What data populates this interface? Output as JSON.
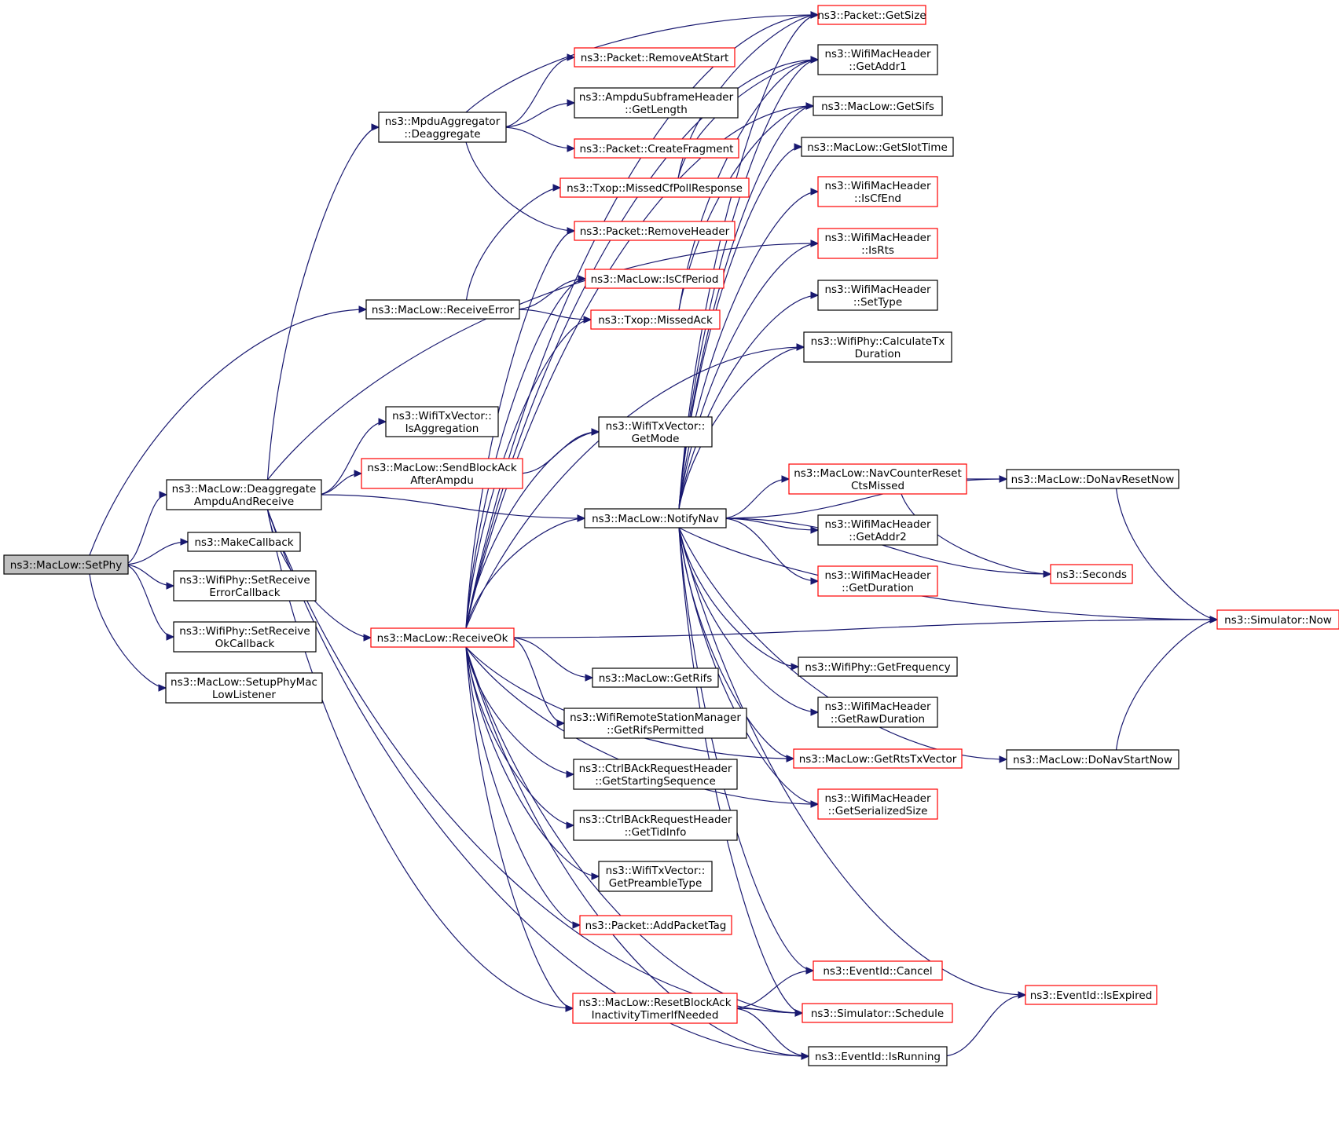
{
  "graph": {
    "title": "",
    "colors": {
      "edge": "#191970",
      "border_normal": "#000000",
      "border_link": "#ff0000",
      "root_fill": "#bfbfbf",
      "fill": "#ffffff"
    },
    "nodes": [
      {
        "id": "setphy",
        "lines": [
          "ns3::MacLow::SetPhy"
        ],
        "style": "root"
      },
      {
        "id": "deagg_recv",
        "lines": [
          "ns3::MacLow::Deaggregate",
          "AmpduAndReceive"
        ],
        "style": "normal"
      },
      {
        "id": "makecb",
        "lines": [
          "ns3::MakeCallback"
        ],
        "style": "normal"
      },
      {
        "id": "setrecverr",
        "lines": [
          "ns3::WifiPhy::SetReceive",
          "ErrorCallback"
        ],
        "style": "normal"
      },
      {
        "id": "setrecvok",
        "lines": [
          "ns3::WifiPhy::SetReceive",
          "OkCallback"
        ],
        "style": "normal"
      },
      {
        "id": "setupphy",
        "lines": [
          "ns3::MacLow::SetupPhyMac",
          "LowListener"
        ],
        "style": "normal"
      },
      {
        "id": "mpdu_deagg",
        "lines": [
          "ns3::MpduAggregator",
          "::Deaggregate"
        ],
        "style": "normal"
      },
      {
        "id": "recverror",
        "lines": [
          "ns3::MacLow::ReceiveError"
        ],
        "style": "normal"
      },
      {
        "id": "isagg",
        "lines": [
          "ns3::WifiTxVector::",
          "IsAggregation"
        ],
        "style": "normal"
      },
      {
        "id": "sendblockack",
        "lines": [
          "ns3::MacLow::SendBlockAck",
          "AfterAmpdu"
        ],
        "style": "link"
      },
      {
        "id": "receiveok",
        "lines": [
          "ns3::MacLow::ReceiveOk"
        ],
        "style": "link"
      },
      {
        "id": "removeatstart",
        "lines": [
          "ns3::Packet::RemoveAtStart"
        ],
        "style": "link"
      },
      {
        "id": "getlength",
        "lines": [
          "ns3::AmpduSubframeHeader",
          "::GetLength"
        ],
        "style": "normal"
      },
      {
        "id": "createfrag",
        "lines": [
          "ns3::Packet::CreateFragment"
        ],
        "style": "link"
      },
      {
        "id": "missedcf",
        "lines": [
          "ns3::Txop::MissedCfPollResponse"
        ],
        "style": "link"
      },
      {
        "id": "removeheader",
        "lines": [
          "ns3::Packet::RemoveHeader"
        ],
        "style": "link"
      },
      {
        "id": "iscfperiod",
        "lines": [
          "ns3::MacLow::IsCfPeriod"
        ],
        "style": "link"
      },
      {
        "id": "missedack",
        "lines": [
          "ns3::Txop::MissedAck"
        ],
        "style": "link"
      },
      {
        "id": "getmode",
        "lines": [
          "ns3::WifiTxVector::",
          "GetMode"
        ],
        "style": "normal"
      },
      {
        "id": "notifynav",
        "lines": [
          "ns3::MacLow::NotifyNav"
        ],
        "style": "normal"
      },
      {
        "id": "getrifs",
        "lines": [
          "ns3::MacLow::GetRifs"
        ],
        "style": "normal"
      },
      {
        "id": "rifsperm",
        "lines": [
          "ns3::WifiRemoteStationManager",
          "::GetRifsPermitted"
        ],
        "style": "normal"
      },
      {
        "id": "getstartseq",
        "lines": [
          "ns3::CtrlBAckRequestHeader",
          "::GetStartingSequence"
        ],
        "style": "normal"
      },
      {
        "id": "gettidinfo",
        "lines": [
          "ns3::CtrlBAckRequestHeader",
          "::GetTidInfo"
        ],
        "style": "normal"
      },
      {
        "id": "getpreamble",
        "lines": [
          "ns3::WifiTxVector::",
          "GetPreambleType"
        ],
        "style": "normal"
      },
      {
        "id": "addpackettag",
        "lines": [
          "ns3::Packet::AddPacketTag"
        ],
        "style": "link"
      },
      {
        "id": "resetblockack",
        "lines": [
          "ns3::MacLow::ResetBlockAck",
          "InactivityTimerIfNeeded"
        ],
        "style": "link"
      },
      {
        "id": "getsize",
        "lines": [
          "ns3::Packet::GetSize"
        ],
        "style": "link"
      },
      {
        "id": "getaddr1",
        "lines": [
          "ns3::WifiMacHeader",
          "::GetAddr1"
        ],
        "style": "normal"
      },
      {
        "id": "getsifs",
        "lines": [
          "ns3::MacLow::GetSifs"
        ],
        "style": "normal"
      },
      {
        "id": "getslottime",
        "lines": [
          "ns3::MacLow::GetSlotTime"
        ],
        "style": "normal"
      },
      {
        "id": "iscfend",
        "lines": [
          "ns3::WifiMacHeader",
          "::IsCfEnd"
        ],
        "style": "link"
      },
      {
        "id": "isrts",
        "lines": [
          "ns3::WifiMacHeader",
          "::IsRts"
        ],
        "style": "link"
      },
      {
        "id": "settype",
        "lines": [
          "ns3::WifiMacHeader",
          "::SetType"
        ],
        "style": "normal"
      },
      {
        "id": "calctx",
        "lines": [
          "ns3::WifiPhy::CalculateTx",
          "Duration"
        ],
        "style": "normal"
      },
      {
        "id": "navreset",
        "lines": [
          "ns3::MacLow::NavCounterReset",
          "CtsMissed"
        ],
        "style": "link"
      },
      {
        "id": "getaddr2",
        "lines": [
          "ns3::WifiMacHeader",
          "::GetAddr2"
        ],
        "style": "normal"
      },
      {
        "id": "getduration",
        "lines": [
          "ns3::WifiMacHeader",
          "::GetDuration"
        ],
        "style": "link"
      },
      {
        "id": "getfreq",
        "lines": [
          "ns3::WifiPhy::GetFrequency"
        ],
        "style": "normal"
      },
      {
        "id": "getrawdur",
        "lines": [
          "ns3::WifiMacHeader",
          "::GetRawDuration"
        ],
        "style": "normal"
      },
      {
        "id": "getrtstx",
        "lines": [
          "ns3::MacLow::GetRtsTxVector"
        ],
        "style": "link"
      },
      {
        "id": "getserial",
        "lines": [
          "ns3::WifiMacHeader",
          "::GetSerializedSize"
        ],
        "style": "link"
      },
      {
        "id": "cancel",
        "lines": [
          "ns3::EventId::Cancel"
        ],
        "style": "link"
      },
      {
        "id": "schedule",
        "lines": [
          "ns3::Simulator::Schedule"
        ],
        "style": "link"
      },
      {
        "id": "isrunning",
        "lines": [
          "ns3::EventId::IsRunning"
        ],
        "style": "normal"
      },
      {
        "id": "donavreset",
        "lines": [
          "ns3::MacLow::DoNavResetNow"
        ],
        "style": "normal"
      },
      {
        "id": "seconds",
        "lines": [
          "ns3::Seconds"
        ],
        "style": "link"
      },
      {
        "id": "donavstart",
        "lines": [
          "ns3::MacLow::DoNavStartNow"
        ],
        "style": "normal"
      },
      {
        "id": "isexpired",
        "lines": [
          "ns3::EventId::IsExpired"
        ],
        "style": "link"
      },
      {
        "id": "simnow",
        "lines": [
          "ns3::Simulator::Now"
        ],
        "style": "link"
      }
    ],
    "edges": [
      [
        "setphy",
        "deagg_recv"
      ],
      [
        "setphy",
        "makecb"
      ],
      [
        "setphy",
        "setrecverr"
      ],
      [
        "setphy",
        "setrecvok"
      ],
      [
        "setphy",
        "setupphy"
      ],
      [
        "setphy",
        "recverror"
      ],
      [
        "deagg_recv",
        "mpdu_deagg"
      ],
      [
        "deagg_recv",
        "isagg"
      ],
      [
        "deagg_recv",
        "sendblockack"
      ],
      [
        "deagg_recv",
        "notifynav"
      ],
      [
        "deagg_recv",
        "receiveok"
      ],
      [
        "deagg_recv",
        "resetblockack"
      ],
      [
        "deagg_recv",
        "schedule"
      ],
      [
        "deagg_recv",
        "isrunning"
      ],
      [
        "deagg_recv",
        "isrts"
      ],
      [
        "mpdu_deagg",
        "getsize"
      ],
      [
        "mpdu_deagg",
        "removeatstart"
      ],
      [
        "mpdu_deagg",
        "getlength"
      ],
      [
        "mpdu_deagg",
        "createfrag"
      ],
      [
        "mpdu_deagg",
        "removeheader"
      ],
      [
        "recverror",
        "missedcf"
      ],
      [
        "recverror",
        "iscfperiod"
      ],
      [
        "recverror",
        "missedack"
      ],
      [
        "sendblockack",
        "getmode"
      ],
      [
        "missedcf",
        "getsize"
      ],
      [
        "missedcf",
        "getaddr1"
      ],
      [
        "missedack",
        "getaddr1"
      ],
      [
        "missedack",
        "getsifs"
      ],
      [
        "receiveok",
        "removeheader"
      ],
      [
        "receiveok",
        "iscfperiod"
      ],
      [
        "receiveok",
        "missedack"
      ],
      [
        "receiveok",
        "getmode"
      ],
      [
        "receiveok",
        "notifynav"
      ],
      [
        "receiveok",
        "getrifs"
      ],
      [
        "receiveok",
        "rifsperm"
      ],
      [
        "receiveok",
        "getstartseq"
      ],
      [
        "receiveok",
        "gettidinfo"
      ],
      [
        "receiveok",
        "getpreamble"
      ],
      [
        "receiveok",
        "addpackettag"
      ],
      [
        "receiveok",
        "resetblockack"
      ],
      [
        "receiveok",
        "schedule"
      ],
      [
        "receiveok",
        "isrunning"
      ],
      [
        "receiveok",
        "getsize"
      ],
      [
        "receiveok",
        "getaddr1"
      ],
      [
        "receiveok",
        "getsifs"
      ],
      [
        "receiveok",
        "getrtstx"
      ],
      [
        "receiveok",
        "getserial"
      ],
      [
        "receiveok",
        "calctx"
      ],
      [
        "receiveok",
        "simnow"
      ],
      [
        "notifynav",
        "getsize"
      ],
      [
        "notifynav",
        "getaddr1"
      ],
      [
        "notifynav",
        "getsifs"
      ],
      [
        "notifynav",
        "getslottime"
      ],
      [
        "notifynav",
        "iscfend"
      ],
      [
        "notifynav",
        "isrts"
      ],
      [
        "notifynav",
        "settype"
      ],
      [
        "notifynav",
        "calctx"
      ],
      [
        "notifynav",
        "navreset"
      ],
      [
        "notifynav",
        "getaddr2"
      ],
      [
        "notifynav",
        "getduration"
      ],
      [
        "notifynav",
        "getfreq"
      ],
      [
        "notifynav",
        "getrawdur"
      ],
      [
        "notifynav",
        "getrtstx"
      ],
      [
        "notifynav",
        "getserial"
      ],
      [
        "notifynav",
        "cancel"
      ],
      [
        "notifynav",
        "schedule"
      ],
      [
        "notifynav",
        "isexpired"
      ],
      [
        "notifynav",
        "donavreset"
      ],
      [
        "notifynav",
        "seconds"
      ],
      [
        "notifynav",
        "simnow"
      ],
      [
        "notifynav",
        "donavstart"
      ],
      [
        "navreset",
        "donavreset"
      ],
      [
        "navreset",
        "seconds"
      ],
      [
        "donavreset",
        "simnow"
      ],
      [
        "donavstart",
        "simnow"
      ],
      [
        "resetblockack",
        "cancel"
      ],
      [
        "resetblockack",
        "schedule"
      ],
      [
        "resetblockack",
        "isrunning"
      ],
      [
        "isrunning",
        "isexpired"
      ]
    ]
  }
}
